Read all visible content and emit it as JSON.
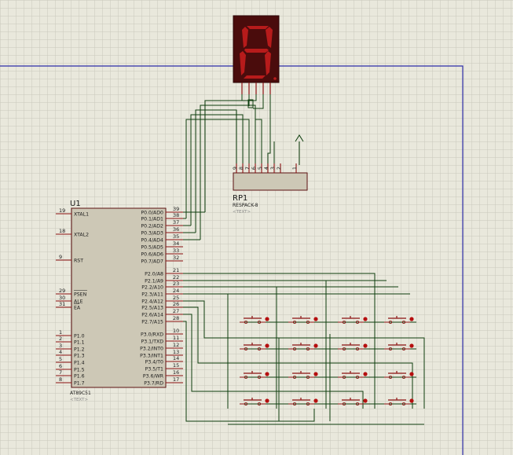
{
  "colors": {
    "background": "#e9e8dc",
    "grid": "#c9c8bb",
    "sheet_border": "#2d2da8",
    "wire": "#0d3d0d",
    "pin": "#8c1010",
    "chip_fill": "#cdc8b6",
    "chip_stroke": "#5a1010",
    "display_body": "#4a0c0c",
    "segment": "#b71b1b",
    "button_dot": "#b50f0f"
  },
  "display": {
    "digit": "8"
  },
  "mcu": {
    "ref": "U1",
    "part": "AT89C51",
    "placeholder": "<TEXT>",
    "left_pins": [
      {
        "num": "19",
        "label": "XTAL1"
      },
      {
        "num": "18",
        "label": "XTAL2"
      },
      {
        "num": "9",
        "label": "RST"
      },
      {
        "num": "29",
        "label": "PSEN"
      },
      {
        "num": "30",
        "label": "ALE"
      },
      {
        "num": "31",
        "label": "EA"
      },
      {
        "num": "1",
        "label": "P1.0"
      },
      {
        "num": "2",
        "label": "P1.1"
      },
      {
        "num": "3",
        "label": "P1.2"
      },
      {
        "num": "4",
        "label": "P1.3"
      },
      {
        "num": "5",
        "label": "P1.4"
      },
      {
        "num": "6",
        "label": "P1.5"
      },
      {
        "num": "7",
        "label": "P1.6"
      },
      {
        "num": "8",
        "label": "P1.7"
      }
    ],
    "right_pins": [
      {
        "num": "39",
        "label": "P0.0/AD0"
      },
      {
        "num": "38",
        "label": "P0.1/AD1"
      },
      {
        "num": "37",
        "label": "P0.2/AD2"
      },
      {
        "num": "36",
        "label": "P0.3/AD3"
      },
      {
        "num": "35",
        "label": "P0.4/AD4"
      },
      {
        "num": "34",
        "label": "P0.5/AD5"
      },
      {
        "num": "33",
        "label": "P0.6/AD6"
      },
      {
        "num": "32",
        "label": "P0.7/AD7"
      },
      {
        "num": "21",
        "label": "P2.0/A8"
      },
      {
        "num": "22",
        "label": "P2.1/A9"
      },
      {
        "num": "23",
        "label": "P2.2/A10"
      },
      {
        "num": "24",
        "label": "P2.3/A11"
      },
      {
        "num": "25",
        "label": "P2.4/A12"
      },
      {
        "num": "26",
        "label": "P2.5/A13"
      },
      {
        "num": "27",
        "label": "P2.6/A14"
      },
      {
        "num": "28",
        "label": "P2.7/A15"
      },
      {
        "num": "10",
        "label": "P3.0/RXD"
      },
      {
        "num": "11",
        "label": "P3.1/TXD"
      },
      {
        "num": "12",
        "label": "P3.2/INT0"
      },
      {
        "num": "13",
        "label": "P3.3/INT1"
      },
      {
        "num": "14",
        "label": "P3.4/T0"
      },
      {
        "num": "15",
        "label": "P3.5/T1"
      },
      {
        "num": "16",
        "label": "P3.6/WR"
      },
      {
        "num": "17",
        "label": "P3.7/RD"
      }
    ]
  },
  "resistor_pack": {
    "ref": "RP1",
    "part": "RESPACK-8",
    "placeholder": "<TEXT>",
    "pins": [
      "9",
      "8",
      "7",
      "6",
      "5",
      "4",
      "3",
      "2",
      "1"
    ]
  },
  "keypad": {
    "rows": 4,
    "cols": 4
  }
}
